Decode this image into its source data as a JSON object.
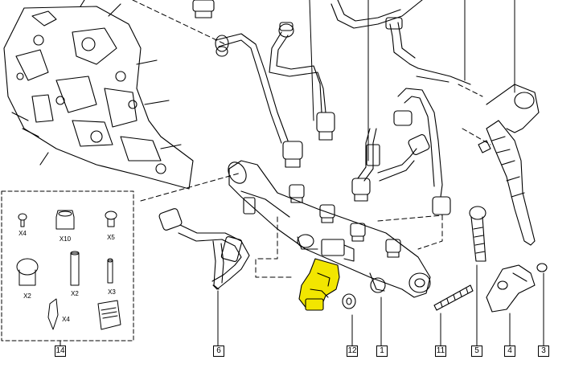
{
  "diagram": {
    "highlight_color": "#f2e600",
    "line_color": "#000000",
    "callouts": {
      "c14": "14",
      "c6": "6",
      "c12": "12",
      "c1": "1",
      "c11": "11",
      "c5": "5",
      "c4": "4",
      "c3": "3"
    },
    "kit_labels": {
      "k1": "X4",
      "k2": "X10",
      "k3": "X5",
      "k4": "X2",
      "k5": "X2",
      "k6": "X3",
      "k7": "X4"
    }
  }
}
